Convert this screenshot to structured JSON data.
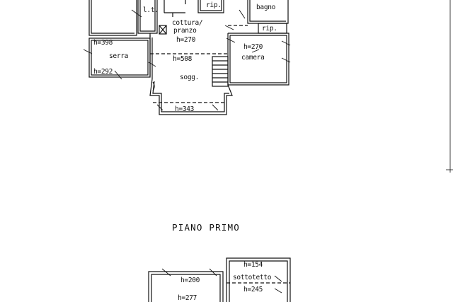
{
  "ground_floor": {
    "rooms": {
      "lt": "l.t.",
      "rip_top": "rip.",
      "bagno": "bagno",
      "rip_small": "rip.",
      "cottura_line1": "cottura/",
      "cottura_line2": "pranzo",
      "cottura_h": "h=270",
      "serra_h_top": "h=398",
      "serra": "serra",
      "serra_h_bottom": "h=292",
      "soggiorno_h": "h=508",
      "soggiorno": "sogg.",
      "soggiorno_bay_h": "h=343",
      "camera_h": "h=270",
      "camera": "camera"
    }
  },
  "first_floor": {
    "title": "PIANO PRIMO",
    "rooms": {
      "sottotetto_h_top": "h=154",
      "sottotetto": "sottotetto",
      "sottotetto_h_bottom": "h=245",
      "room_h_top": "h=200",
      "room_h": "h=277"
    }
  }
}
